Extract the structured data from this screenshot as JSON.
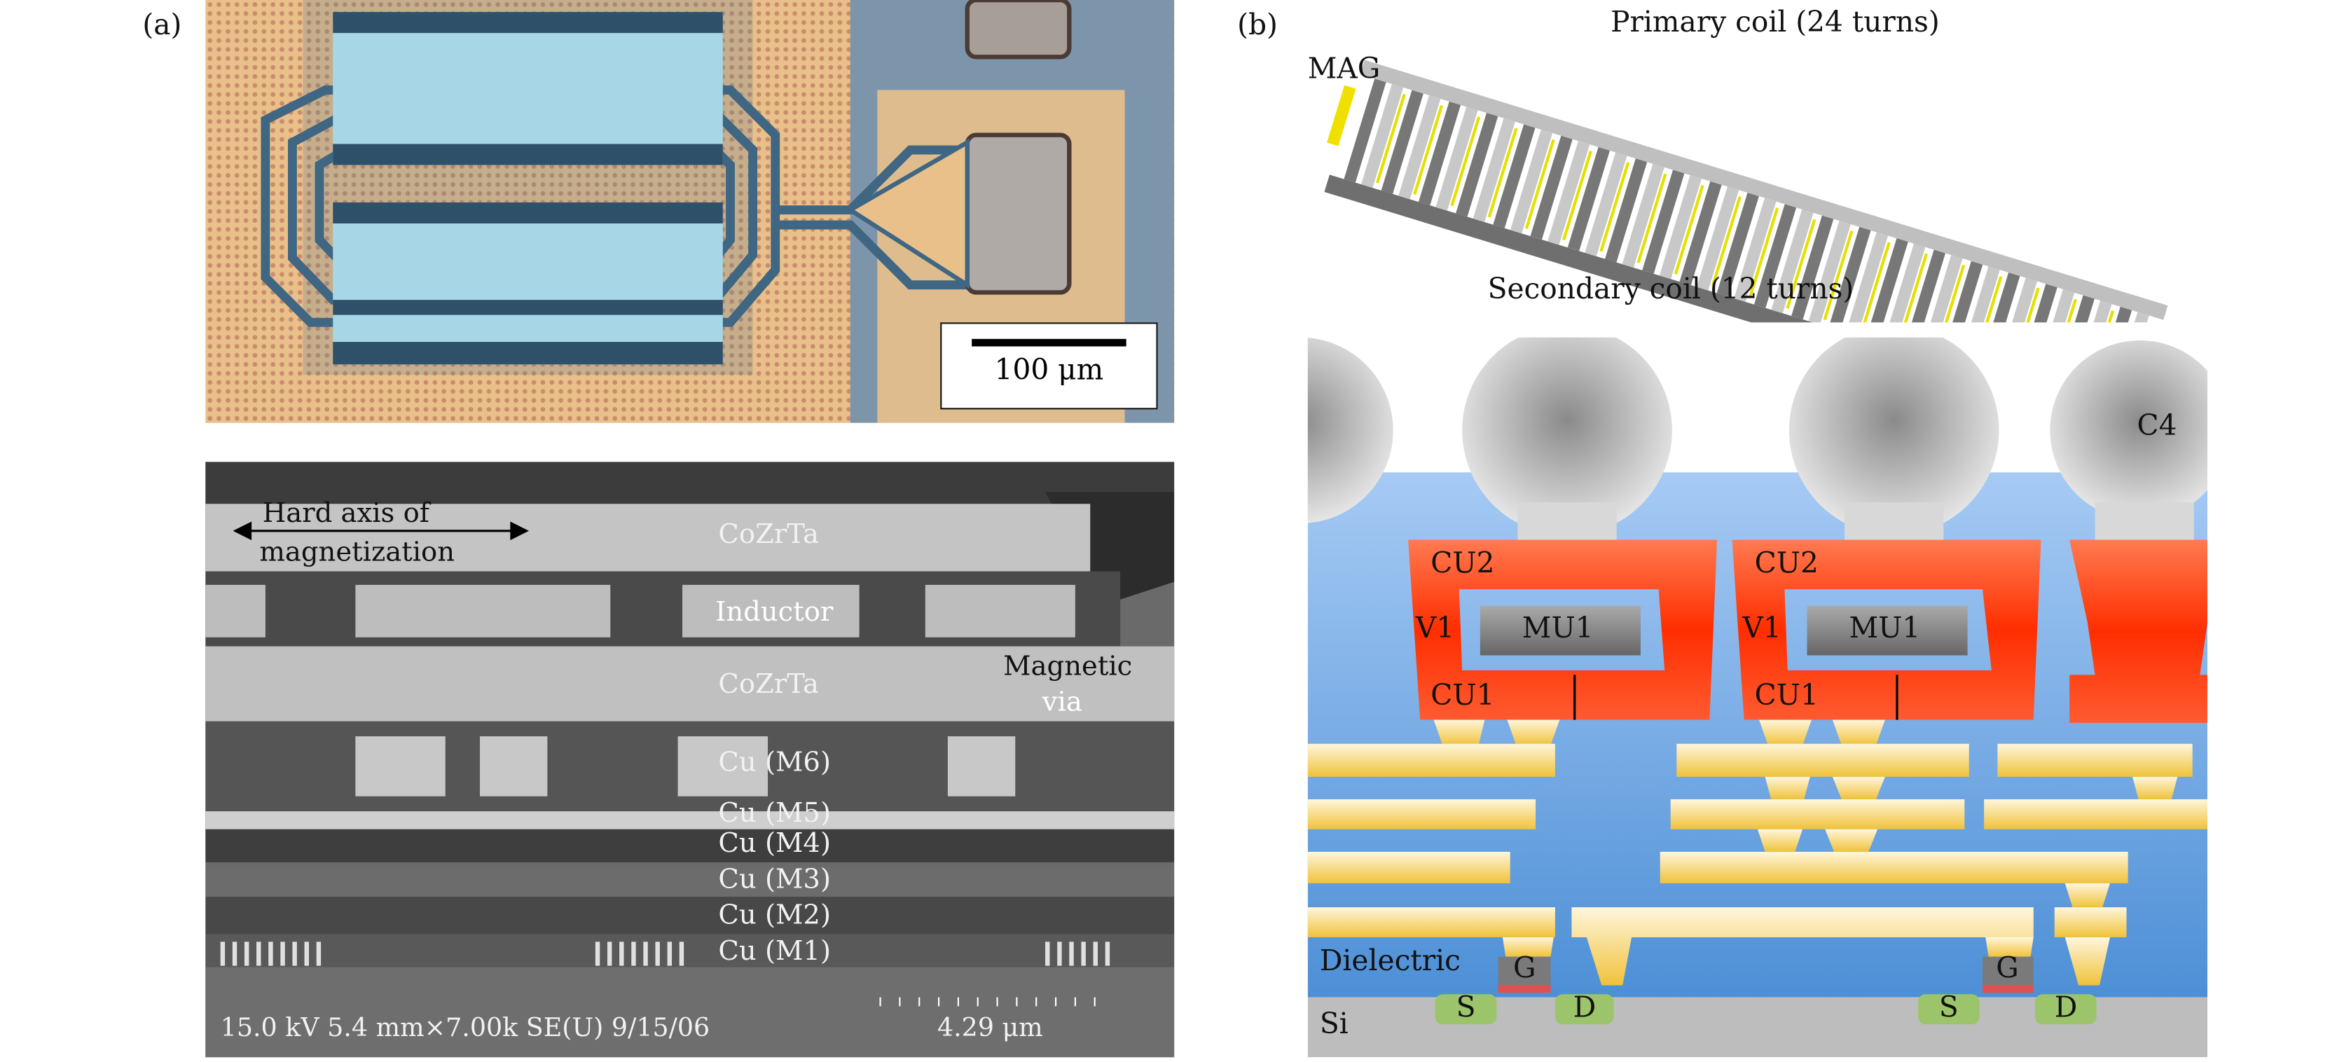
{
  "panel_a": {
    "label": "(a)",
    "scale_bar": "100 μm",
    "sem": {
      "axis_label_line1": "Hard axis of",
      "axis_label_line2": "magnetization",
      "layers": [
        "CoZrTa",
        "Inductor",
        "CoZrTa",
        "Cu (M6)",
        "Cu (M5)",
        "Cu (M4)",
        "Cu (M3)",
        "Cu (M2)",
        "Cu (M1)"
      ],
      "magnetic_via_line1": "Magnetic",
      "magnetic_via_line2": "via",
      "info_bar": "15.0 kV 5.4 mm×7.00k SE(U) 9/15/06",
      "scale": "4.29 μm"
    }
  },
  "panel_b": {
    "label": "(b)",
    "primary_coil": "Primary coil (24 turns)",
    "secondary_coil": "Secondary coil (12 turns)",
    "mag": "MAG",
    "cross_section": {
      "c4": "C4",
      "cu2": "CU2",
      "v1": "V1",
      "mu1": "MU1",
      "cu1": "CU1",
      "dielectric": "Dielectric",
      "si": "Si",
      "gate": "G",
      "source": "S",
      "drain": "D"
    },
    "colors": {
      "copper": "#ff3a10",
      "metal": "#f3c94a",
      "dielectric": "#6aa6e6",
      "si": "#bdbdbd",
      "sd": "#9cc46a"
    }
  }
}
